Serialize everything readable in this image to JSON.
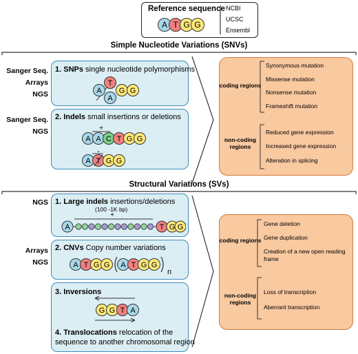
{
  "reference": {
    "title": "Reference sequence",
    "bases": [
      "A",
      "T",
      "G",
      "G"
    ],
    "databases": [
      "NCBI",
      "UCSC",
      "Ensembl"
    ]
  },
  "snv": {
    "title": "Simple Nucleotide Variations (SNVs)",
    "methods_1": [
      "Sanger Seq.",
      "Arrays",
      "NGS"
    ],
    "methods_2": [
      "Sanger Seq.",
      "NGS"
    ],
    "box1": {
      "num": "1. SNPs",
      "desc": " single nucleotide polymorphisms"
    },
    "box2": {
      "num": "2. Indels",
      "desc": " small insertions or deletions"
    },
    "plus": "+",
    "minus": "-",
    "coding": {
      "label": "coding regions",
      "items": [
        "Synonymous mutation",
        "Missense mutation",
        "Nonsense mutation",
        "Frameshift mutation"
      ]
    },
    "noncoding": {
      "label": "non-coding regions",
      "items": [
        "Reduced gene expression",
        "Increased gene expression",
        "Alteration in splicing"
      ]
    }
  },
  "sv": {
    "title": "Structural  Variations (SVs)",
    "methods_1": [
      "NGS"
    ],
    "methods_2": [
      "Arrays",
      "NGS"
    ],
    "box1": {
      "num": "1. Large indels",
      "desc": " insertions/deletions",
      "sub": "(100 -1K bp)"
    },
    "box2": {
      "num": "2. CNVs",
      "desc": " Copy number variations",
      "sub": "n"
    },
    "box3": {
      "num": "3. Inversions"
    },
    "box4": {
      "num": "4. Translocations",
      "desc_line1": " relocation of the",
      "desc_line2": "sequence to  another chromosomal region"
    },
    "plus": "+",
    "coding": {
      "label": "coding regions",
      "items": [
        "Gene deletion",
        "Gene duplication",
        "Creation of a new open reading frame"
      ]
    },
    "noncoding": {
      "label": "non-coding regions",
      "items": [
        "Loss of transcription",
        "Aberrant transcription"
      ]
    }
  },
  "colors": {
    "A": "#a8d8ea",
    "T": "#f08080",
    "G": "#ffe97a",
    "C": "#7fd08a",
    "small_green": "#8fd19a",
    "small_purple": "#a59ad1"
  }
}
